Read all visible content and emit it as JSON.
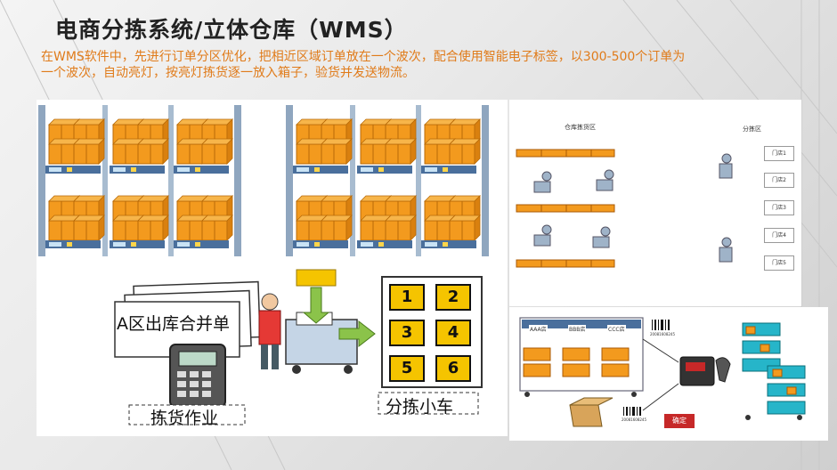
{
  "header": {
    "title": "电商分拣系统/立体仓库（WMS）",
    "description_line1": "在WMS软件中，先进行订单分区优化，把相近区域订单放在一个波次，配合使用智能电子标签，以300-500个订单为",
    "description_line2": "一个波次，自动亮灯，按亮灯拣货逐一放入箱子，验货并发送物流。"
  },
  "flow": {
    "order_sheet": "A区出库合并单",
    "picking": "拣货作业",
    "sorting_cart": "分拣小车",
    "slots": [
      "1",
      "2",
      "3",
      "4",
      "5",
      "6"
    ]
  },
  "map": {
    "warehouse_zone": "仓库拣货区",
    "sorting_zone": "分拣区",
    "stores": [
      "门店1",
      "门店2",
      "门店3",
      "门店4",
      "门店5"
    ]
  },
  "cart": {
    "stores": [
      "AAA店",
      "BBB店",
      "CCC店"
    ],
    "barcode_text": "20081608245",
    "button_label": "确定"
  },
  "colors": {
    "title": "#222222",
    "description": "#e07b1a",
    "box": "#f39a1e",
    "rack": "#9fb3c8"
  }
}
